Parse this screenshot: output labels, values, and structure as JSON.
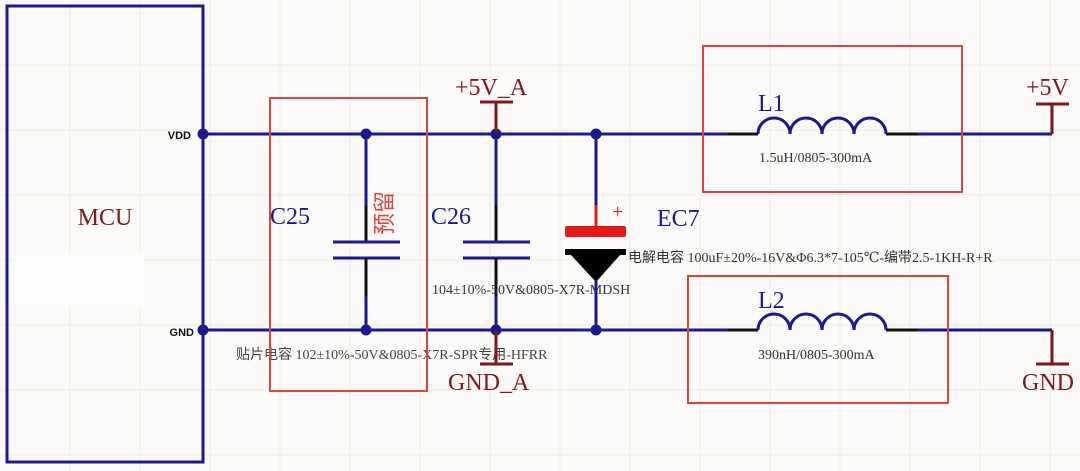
{
  "colors": {
    "wire": "#1a1a8c",
    "highlight_box": "#d9463a",
    "power_symbol": "#7a1a1a",
    "label_dark_red": "#7a1a1a",
    "label_blue": "#1a1a8c",
    "ec7_plus": "#e21a1a",
    "ec7_minus": "#000000",
    "lead_black": "#111111"
  },
  "mcu": {
    "label": "MCU",
    "pins": {
      "vdd": "VDD",
      "gnd": "GND"
    }
  },
  "power_nets": {
    "v5a": "+5V_A",
    "gnda": "GND_A",
    "v5": "+5V",
    "gnd": "GND"
  },
  "components": {
    "c25": {
      "designator": "C25",
      "note": "预留",
      "value": "贴片电容 102±10%-50V&0805-X7R-SPR专用-HFRR"
    },
    "c26": {
      "designator": "C26",
      "value": "104±10%-50V&0805-X7R-MDSH"
    },
    "ec7": {
      "designator": "EC7",
      "polarity": "+",
      "value": "电解电容 100uF±20%-16V&Φ6.3*7-105℃-编带2.5-1KH-R+R"
    },
    "l1": {
      "designator": "L1",
      "value": "1.5uH/0805-300mA"
    },
    "l2": {
      "designator": "L2",
      "value": "390nH/0805-300mA"
    }
  }
}
